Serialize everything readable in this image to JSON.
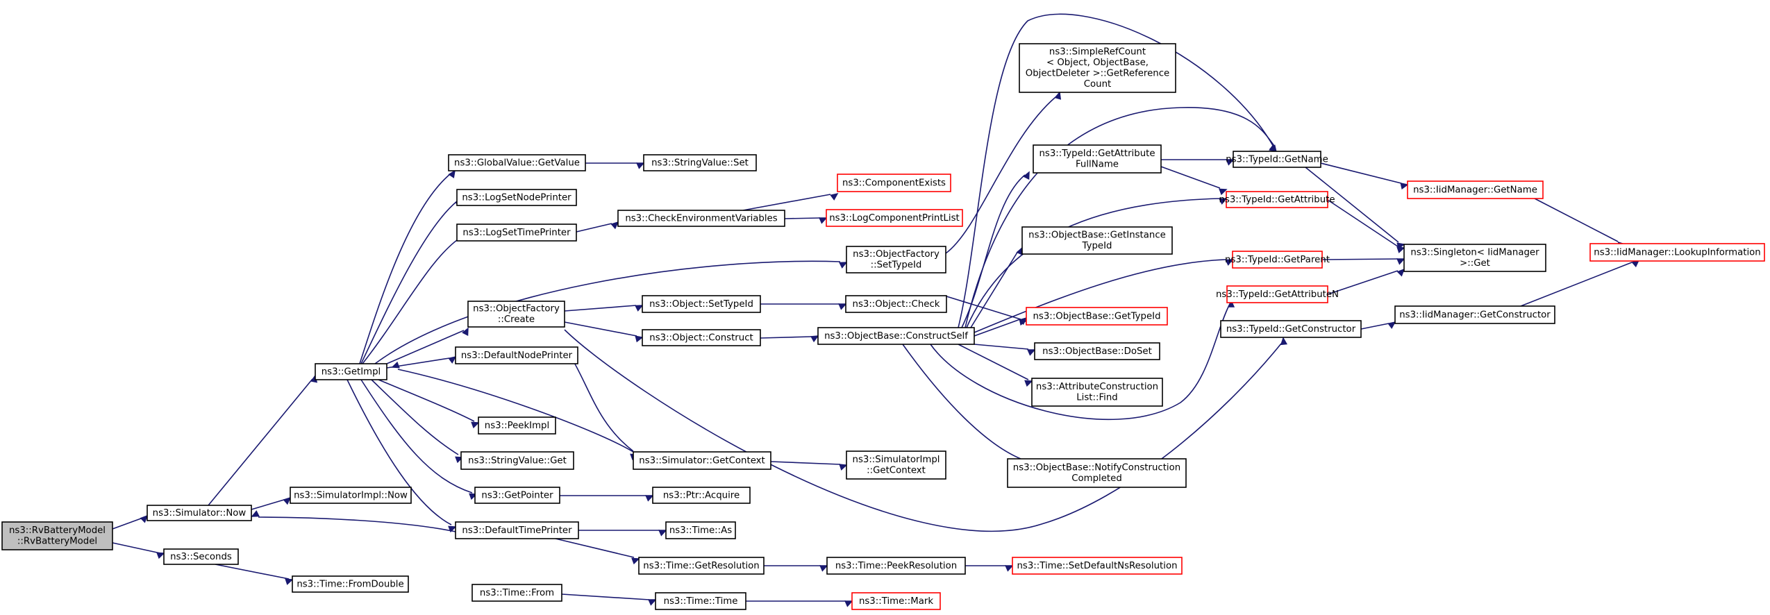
{
  "graph": {
    "nodes": [
      {
        "id": "rv",
        "lines": [
          "ns3::RvBatteryModel",
          "::RvBatteryModel"
        ],
        "root": true
      },
      {
        "id": "now",
        "lines": [
          "ns3::Simulator::Now"
        ]
      },
      {
        "id": "seconds",
        "lines": [
          "ns3::Seconds"
        ]
      },
      {
        "id": "getimpl",
        "lines": [
          "ns3::GetImpl"
        ]
      },
      {
        "id": "simnow",
        "lines": [
          "ns3::SimulatorImpl::Now"
        ]
      },
      {
        "id": "fromdouble",
        "lines": [
          "ns3::Time::FromDouble"
        ]
      },
      {
        "id": "gvget",
        "lines": [
          "ns3::GlobalValue::GetValue"
        ]
      },
      {
        "id": "lognode",
        "lines": [
          "ns3::LogSetNodePrinter"
        ]
      },
      {
        "id": "logtime",
        "lines": [
          "ns3::LogSetTimePrinter"
        ]
      },
      {
        "id": "ofcreate",
        "lines": [
          "ns3::ObjectFactory",
          "::Create"
        ]
      },
      {
        "id": "defnode",
        "lines": [
          "ns3::DefaultNodePrinter"
        ]
      },
      {
        "id": "peekimpl",
        "lines": [
          "ns3::PeekImpl"
        ]
      },
      {
        "id": "svget",
        "lines": [
          "ns3::StringValue::Get"
        ]
      },
      {
        "id": "getptr",
        "lines": [
          "ns3::GetPointer"
        ]
      },
      {
        "id": "deftime",
        "lines": [
          "ns3::DefaultTimePrinter"
        ]
      },
      {
        "id": "tfrom",
        "lines": [
          "ns3::Time::From"
        ]
      },
      {
        "id": "svset",
        "lines": [
          "ns3::StringValue::Set"
        ]
      },
      {
        "id": "checkenv",
        "lines": [
          "ns3::CheckEnvironmentVariables"
        ]
      },
      {
        "id": "settypeid",
        "lines": [
          "ns3::Object::SetTypeId"
        ]
      },
      {
        "id": "oconstruct",
        "lines": [
          "ns3::Object::Construct"
        ]
      },
      {
        "id": "getctx",
        "lines": [
          "ns3::Simulator::GetContext"
        ]
      },
      {
        "id": "ptracq",
        "lines": [
          "ns3::Ptr::Acquire"
        ]
      },
      {
        "id": "tas",
        "lines": [
          "ns3::Time::As"
        ]
      },
      {
        "id": "getres",
        "lines": [
          "ns3::Time::GetResolution"
        ]
      },
      {
        "id": "ttime",
        "lines": [
          "ns3::Time::Time"
        ]
      },
      {
        "id": "compexists",
        "lines": [
          "ns3::ComponentExists"
        ],
        "truncated": true
      },
      {
        "id": "logcomp",
        "lines": [
          "ns3::LogComponentPrintList"
        ],
        "truncated": true
      },
      {
        "id": "ofsettype",
        "lines": [
          "ns3::ObjectFactory",
          "::SetTypeId"
        ]
      },
      {
        "id": "ocheck",
        "lines": [
          "ns3::Object::Check"
        ]
      },
      {
        "id": "obcs",
        "lines": [
          "ns3::ObjectBase::ConstructSelf"
        ]
      },
      {
        "id": "simimplctx",
        "lines": [
          "ns3::SimulatorImpl",
          "::GetContext"
        ]
      },
      {
        "id": "peekres",
        "lines": [
          "ns3::Time::PeekResolution"
        ]
      },
      {
        "id": "tmark",
        "lines": [
          "ns3::Time::Mark"
        ],
        "truncated": true
      },
      {
        "id": "srcgetref",
        "lines": [
          "ns3::SimpleRefCount",
          "< Object, ObjectBase,",
          "ObjectDeleter >::GetReference",
          "Count"
        ]
      },
      {
        "id": "tidgafn",
        "lines": [
          "ns3::TypeId::GetAttribute",
          "FullName"
        ]
      },
      {
        "id": "obginst",
        "lines": [
          "ns3::ObjectBase::GetInstance",
          "TypeId"
        ]
      },
      {
        "id": "obgettid",
        "lines": [
          "ns3::ObjectBase::GetTypeId"
        ],
        "truncated": true
      },
      {
        "id": "obdoset",
        "lines": [
          "ns3::ObjectBase::DoSet"
        ]
      },
      {
        "id": "aclfind",
        "lines": [
          "ns3::AttributeConstruction",
          "List::Find"
        ]
      },
      {
        "id": "obnotify",
        "lines": [
          "ns3::ObjectBase::NotifyConstruction",
          "Completed"
        ]
      },
      {
        "id": "setdefres",
        "lines": [
          "ns3::Time::SetDefaultNsResolution"
        ],
        "truncated": true
      },
      {
        "id": "tidgetname",
        "lines": [
          "ns3::TypeId::GetName"
        ]
      },
      {
        "id": "tidgetattr",
        "lines": [
          "ns3::TypeId::GetAttribute"
        ],
        "truncated": true
      },
      {
        "id": "tidgetparent",
        "lines": [
          "ns3::TypeId::GetParent"
        ],
        "truncated": true
      },
      {
        "id": "tidgetattrn",
        "lines": [
          "ns3::TypeId::GetAttributeN"
        ],
        "truncated": true
      },
      {
        "id": "tidgetctor",
        "lines": [
          "ns3::TypeId::GetConstructor"
        ]
      },
      {
        "id": "iidgetname",
        "lines": [
          "ns3::IidManager::GetName"
        ],
        "truncated": true
      },
      {
        "id": "singleton",
        "lines": [
          "ns3::Singleton< IidManager",
          ">::Get"
        ]
      },
      {
        "id": "iidgetctor",
        "lines": [
          "ns3::IidManager::GetConstructor"
        ]
      },
      {
        "id": "iidlookup",
        "lines": [
          "ns3::IidManager::LookupInformation"
        ],
        "truncated": true
      }
    ]
  }
}
